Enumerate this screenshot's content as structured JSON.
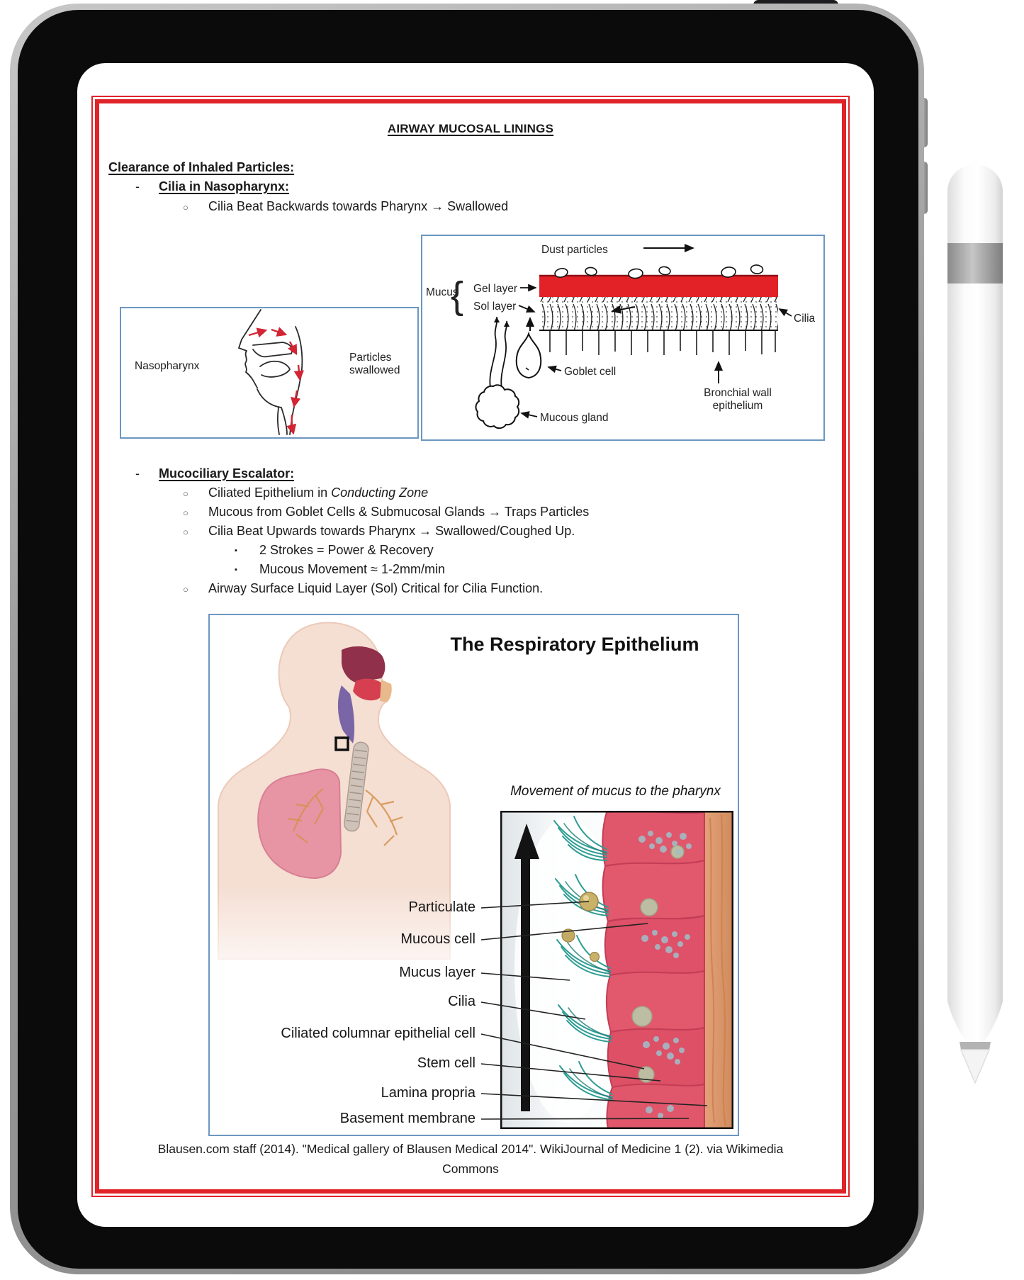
{
  "colors": {
    "page_border": "#e02329",
    "figure_border": "#6b97c1",
    "diagram_red": "#e32227",
    "cilia_teal": "#2d9c92"
  },
  "doc": {
    "title": "AIRWAY MUCOSAL LININGS",
    "bullet_circle": "○",
    "bullet_square": "▪",
    "section1": {
      "heading": "Clearance of Inhaled Particles:",
      "dash": "-",
      "subheading": "Cilia in Nasopharynx:",
      "bullet1": "Cilia Beat Backwards towards Pharynx → Swallowed"
    },
    "section2": {
      "dash": "-",
      "heading": "Mucociliary Escalator:",
      "b1_plain": "Ciliated Epithelium in ",
      "b1_italic": "Conducting Zone",
      "b2": "Mucous from Goblet Cells & Submucosal Glands → Traps Particles",
      "b3": "Cilia Beat Upwards towards Pharynx → Swallowed/Coughed Up.",
      "s1": "2 Strokes = Power & Recovery",
      "s2": "Mucous Movement ≈ 1-2mm/min",
      "b4": "Airway Surface Liquid Layer (Sol) Critical for Cilia Function."
    }
  },
  "nasopharynx_diagram": {
    "label": "Nasopharynx",
    "particles_l1": "Particles",
    "particles_l2": "swallowed"
  },
  "bronchial_diagram": {
    "dust": "Dust particles",
    "mucus": "Mucus",
    "gel": "Gel layer",
    "sol": "Sol layer",
    "cilia": "Cilia",
    "goblet": "Goblet cell",
    "bronchial_l1": "Bronchial wall",
    "bronchial_l2": "epithelium",
    "gland": "Mucous gland"
  },
  "epithelium_figure": {
    "title": "The Respiratory Epithelium",
    "subtitle": "Movement of mucus to the pharynx",
    "labels": [
      "Particulate",
      "Mucous cell",
      "Mucus layer",
      "Cilia",
      "Ciliated columnar epithelial cell",
      "Stem cell",
      "Lamina propria",
      "Basement membrane"
    ]
  },
  "attribution": {
    "line1": "Blausen.com staff (2014). \"Medical gallery of Blausen Medical 2014\". WikiJournal of Medicine 1 (2). via Wikimedia",
    "line2": "Commons"
  }
}
